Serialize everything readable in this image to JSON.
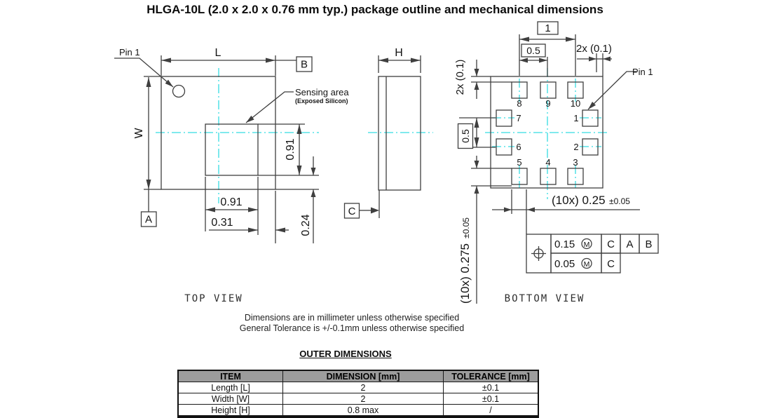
{
  "title": "HLGA-10L (2.0 x 2.0 x 0.76 mm typ.) package outline and mechanical dimensions",
  "colors": {
    "centerline": "#35dce2",
    "line": "#3f3f3f",
    "table_header_bg": "#9c9c9c"
  },
  "top_view": {
    "view_label": "TOP VIEW",
    "pin1_label": "Pin 1",
    "datum_a": "A",
    "datum_b": "B",
    "dim_length": "L",
    "dim_width": "W",
    "sensing_label": "Sensing area",
    "sensing_sub": "(Exposed Silicon)",
    "dim_sensing_height": "0.91",
    "dim_sensing_width": "0.91",
    "dim_offset_x": "0.31",
    "dim_offset_y": "0.24"
  },
  "side_view": {
    "dim_height": "H",
    "datum_c": "C"
  },
  "bottom_view": {
    "view_label": "BOTTOM VIEW",
    "pin1_label": "Pin 1",
    "dim_span": "1",
    "dim_pitch_top": "0.5",
    "dim_edge_top": "2x (0.1)",
    "dim_edge_left": "2x (0.1)",
    "dim_pitch_left": "0.5",
    "dim_pad_width": "(10x) 0.25",
    "dim_pad_width_tol": "±0.05",
    "dim_pad_height": "(10x) 0.275",
    "dim_pad_height_tol": "±0.05",
    "pads": [
      "1",
      "2",
      "3",
      "4",
      "5",
      "6",
      "7",
      "8",
      "9",
      "10"
    ],
    "fcf": {
      "row1_value": "0.15",
      "row1_mod": "M",
      "row1_d1": "C",
      "row1_d2": "A",
      "row1_d3": "B",
      "row2_value": "0.05",
      "row2_mod": "M",
      "row2_d1": "C"
    }
  },
  "notes": {
    "line1": "Dimensions are in millimeter unless otherwise specified",
    "line2": "General Tolerance is +/-0.1mm unless otherwise specified"
  },
  "table": {
    "caption": "OUTER DIMENSIONS",
    "headers": [
      "ITEM",
      "DIMENSION [mm]",
      "TOLERANCE [mm]"
    ],
    "rows": [
      [
        "Length [L]",
        "2",
        "±0.1"
      ],
      [
        "Width [W]",
        "2",
        "±0.1"
      ],
      [
        "Height [H]",
        "0.8 max",
        "/"
      ]
    ]
  }
}
